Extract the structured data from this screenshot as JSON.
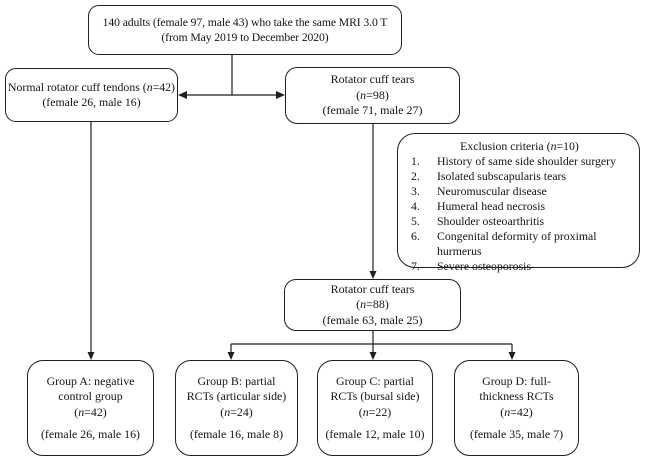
{
  "diagram": {
    "top_box": {
      "line1": "140 adults (female 97, male 43) who take the same MRI 3.0 T",
      "line2": "(from May 2019 to December 2020)"
    },
    "normal_box": {
      "line1": "Normal rotator cuff tendons (n=42)",
      "line2": "(female 26, male 16)"
    },
    "rct98_box": {
      "line1": "Rotator cuff tears",
      "line2": "(n=98)",
      "line3": "(female 71, male 27)"
    },
    "exclusion_box": {
      "title": "Exclusion criteria (n=10)",
      "items": [
        {
          "num": "1.",
          "text": "History of same side shoulder surgery"
        },
        {
          "num": "2.",
          "text": "Isolated subscapularis tears"
        },
        {
          "num": "3.",
          "text": "Neuromuscular disease"
        },
        {
          "num": "4.",
          "text": "Humeral head necrosis"
        },
        {
          "num": "5.",
          "text": "Shoulder osteoarthritis"
        },
        {
          "num": "6.",
          "text": "Congenital deformity of proximal hurmerus"
        },
        {
          "num": "7.",
          "text": "Severe osteoporosis"
        }
      ]
    },
    "rct88_box": {
      "line1": "Rotator cuff tears",
      "line2": "(n=88)",
      "line3": "(female 63, male 25)"
    },
    "groups": [
      {
        "line1": "Group A: negative",
        "line2": "control group",
        "n_line": "(n=42)",
        "sex_line": "(female 26, male 16)"
      },
      {
        "line1": "Group B: partial",
        "line2": "RCTs (articular side)",
        "n_line": "(n=24)",
        "sex_line": "(female 16, male 8)"
      },
      {
        "line1": "Group C: partial",
        "line2": "RCTs (bursal side)",
        "n_line": "(n=22)",
        "sex_line": "(female 12, male 10)"
      },
      {
        "line1": "Group D: full-",
        "line2": "thickness RCTs",
        "n_line": "(n=42)",
        "sex_line": "(female 35, male 7)"
      }
    ],
    "colors": {
      "line": "#1f1f1f",
      "background": "#ffffff",
      "text": "#141414"
    }
  }
}
